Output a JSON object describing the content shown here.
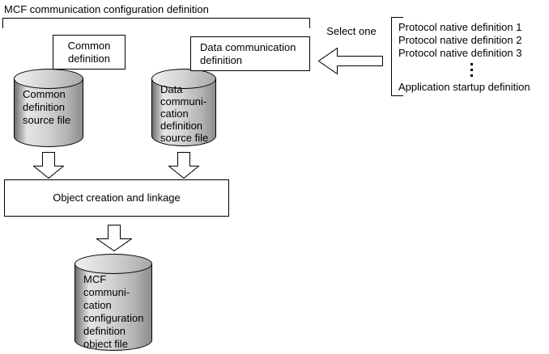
{
  "title": "MCF communication configuration definition",
  "select_label": "Select one",
  "boxes": {
    "common": "Common\ndefinition",
    "data_comm": "Data communication\ndefinition",
    "object_creation": "Object creation and linkage"
  },
  "cylinders": {
    "common_source": "Common\ndefinition\nsource file",
    "data_comm_source": "Data\ncommuni-\ncation\ndefinition\nsource file",
    "mcf_object": "MCF\ncommuni-\ncation\nconfiguration\ndefinition\nobject file"
  },
  "definition_list": {
    "items": [
      "Protocol native definition 1",
      "Protocol native definition 2",
      "Protocol native definition 3"
    ],
    "last_item": "Application startup definition"
  },
  "colors": {
    "line": "#000000",
    "background": "#ffffff",
    "cylinder_light": "#e4e4e4",
    "cylinder_dark": "#6f6f6f"
  }
}
